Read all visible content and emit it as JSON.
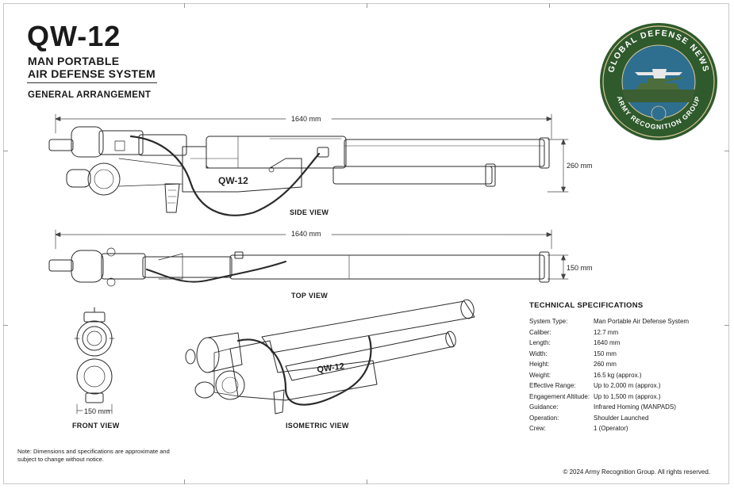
{
  "header": {
    "title": "QW-12",
    "subtitle_line1": "MAN PORTABLE",
    "subtitle_line2": "AIR DEFENSE SYSTEM",
    "section": "GENERAL ARRANGEMENT"
  },
  "views": {
    "side": {
      "label": "SIDE VIEW",
      "length_dim": "1640 mm",
      "height_dim": "260 mm",
      "body_text": "QW-12"
    },
    "top": {
      "label": "TOP VIEW",
      "length_dim": "1640 mm",
      "width_dim": "150 mm"
    },
    "front": {
      "label": "FRONT VIEW",
      "width_dim": "150 mm"
    },
    "iso": {
      "label": "ISOMETRIC VIEW",
      "body_text": "QW-12"
    }
  },
  "logo": {
    "top_text": "GLOBAL DEFENSE NEWS",
    "bottom_text": "ARMY RECOGNITION GROUP",
    "colors": {
      "ring": "#2f5a2c",
      "sky": "#2e6f8f",
      "accent": "#d9c89a"
    }
  },
  "specs": {
    "title": "TECHNICAL SPECIFICATIONS",
    "rows": [
      {
        "k": "System Type:",
        "v": "Man Portable Air Defense System"
      },
      {
        "k": "Caliber:",
        "v": "12.7 mm"
      },
      {
        "k": "Length:",
        "v": "1640 mm"
      },
      {
        "k": "Width:",
        "v": "150 mm"
      },
      {
        "k": "Height:",
        "v": "260 mm"
      },
      {
        "k": "Weight:",
        "v": "16.5 kg (approx.)"
      },
      {
        "k": "Effective Range:",
        "v": "Up to 2,000 m (approx.)"
      },
      {
        "k": "Engagement Altitude:",
        "v": "Up to 1,500 m (approx.)"
      },
      {
        "k": "Guidance:",
        "v": "Infrared Homing (MANPADS)"
      },
      {
        "k": "Operation:",
        "v": "Shoulder Launched"
      },
      {
        "k": "Crew:",
        "v": "1 (Operator)"
      }
    ]
  },
  "footer": {
    "note_line1": "Note: Dimensions and specifications are approximate and",
    "note_line2": "subject to change without notice.",
    "copyright": "© 2024 Army Recognition Group. All rights reserved."
  }
}
